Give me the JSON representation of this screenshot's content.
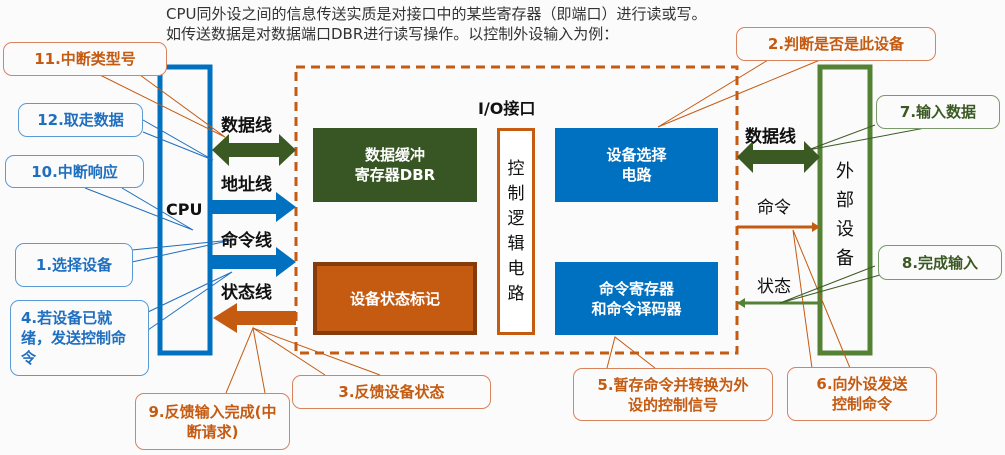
{
  "intro": [
    "CPU同外设之间的信息传送实质是对接口中的某些寄存器（即端口）进行读或写。",
    "如传送数据是对数据端口DBR进行读写操作。以控制外设输入为例："
  ],
  "cpu": "CPU",
  "io_title": "I/O接口",
  "device": "外部设备",
  "blocks": {
    "dbr": "数据缓冲\n寄存器DBR",
    "status": "设备状态标记",
    "control": "控制逻辑电路",
    "select": "设备选择\n电路",
    "cmd": "命令寄存器\n和命令译码器"
  },
  "buses": {
    "data": "数据线",
    "addr": "地址线",
    "cmd": "命令线",
    "status": "状态线",
    "r_data": "数据线",
    "r_cmd": "命令",
    "r_status": "状态"
  },
  "callouts": {
    "c1": "1.选择设备",
    "c2": "2.判断是否是此设备",
    "c3": "3.反馈设备状态",
    "c4": "4.若设备已就绪，发送控制命令",
    "c5": "5.暂存命令并转换为外设的控制信号",
    "c6": "6.向外设发送控制命令",
    "c7": "7.输入数据",
    "c8": "8.完成输入",
    "c9": "9.反馈输入完成(中断请求)",
    "c10": "10.中断响应",
    "c11": "11.中断类型号",
    "c12": "12.取走数据"
  },
  "colors": {
    "blue": "#0070c0",
    "orange": "#c55a11",
    "green": "#375623",
    "dev_green": "#548235"
  }
}
